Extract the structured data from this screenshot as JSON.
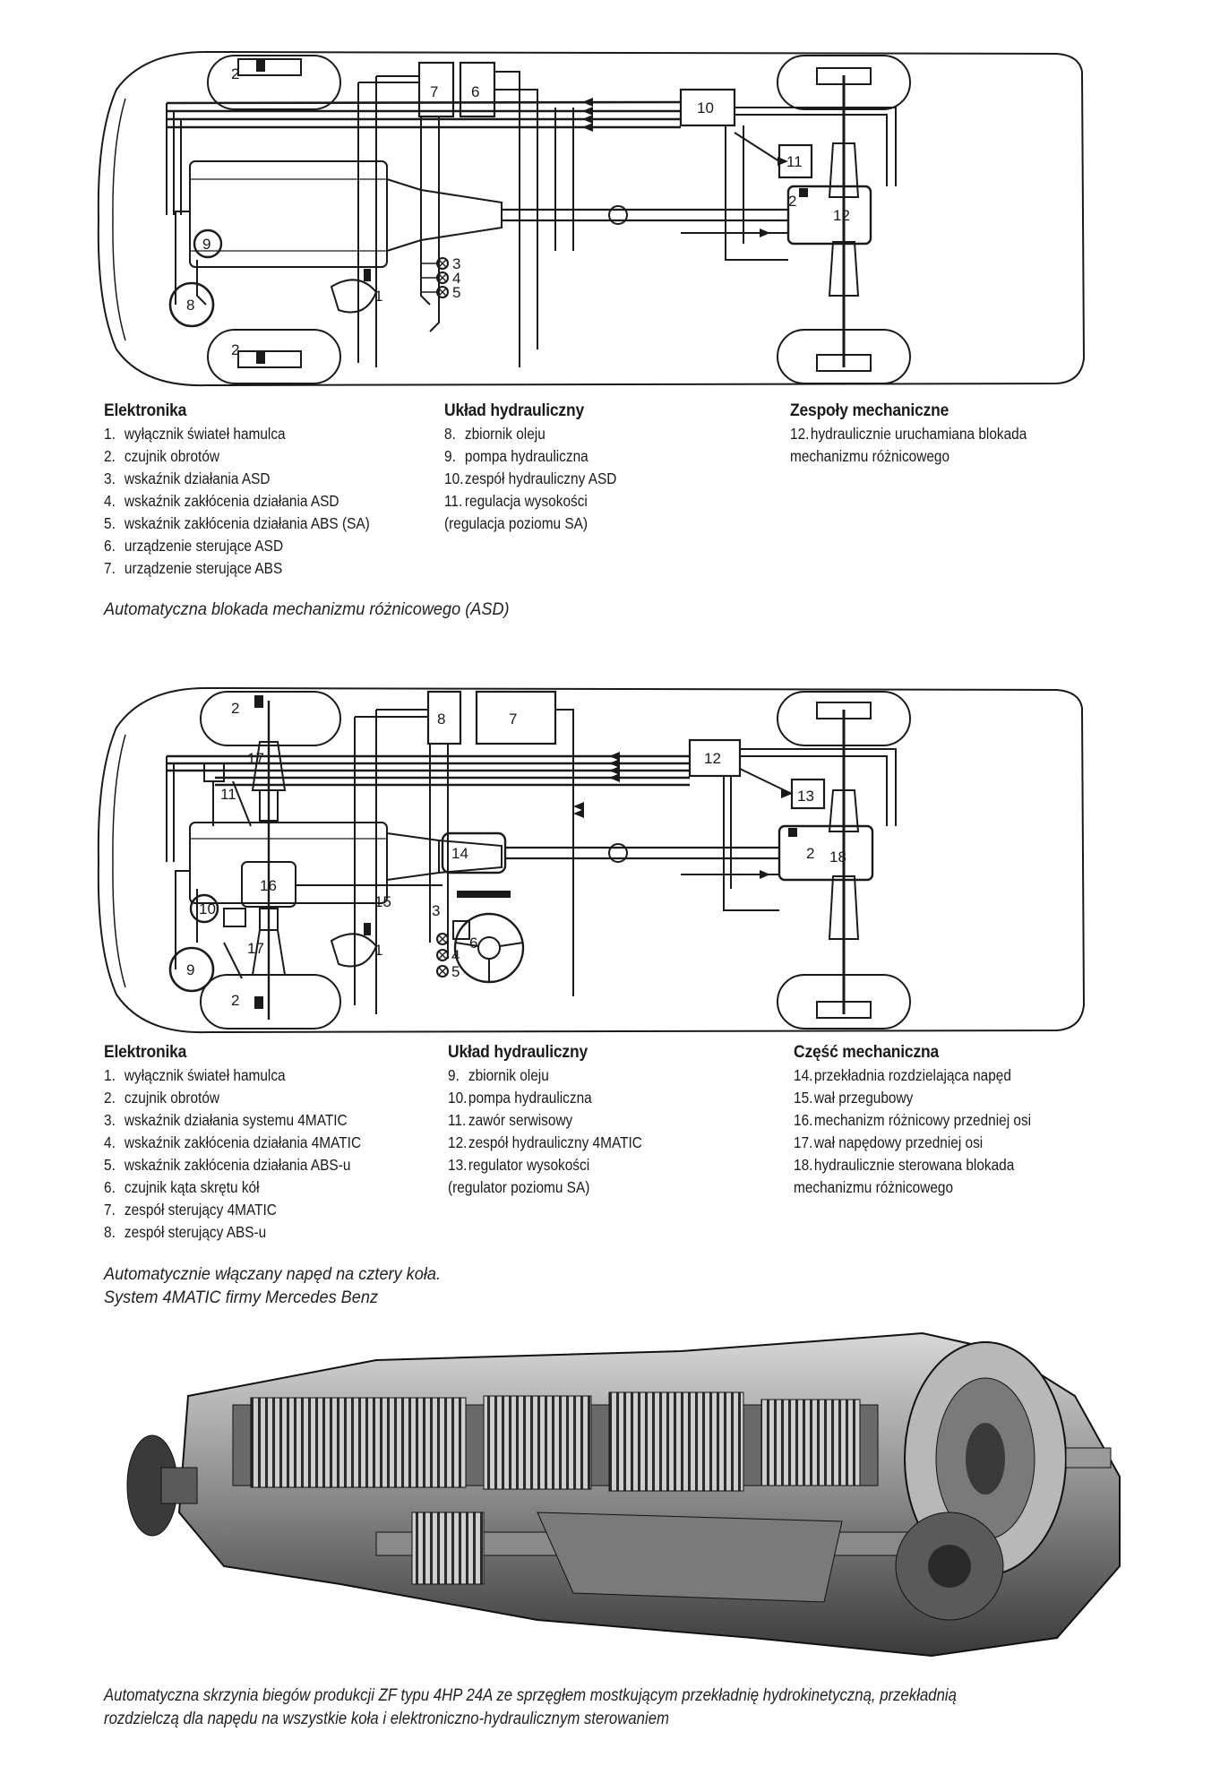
{
  "diagram1": {
    "labels": {
      "l1": "1",
      "l2a": "2",
      "l2b": "2",
      "l2c": "2",
      "l3": "3",
      "l4": "4",
      "l5": "5",
      "l6": "6",
      "l7": "7",
      "l8": "8",
      "l9": "9",
      "l10": "10",
      "l11": "11",
      "l12": "12"
    },
    "legend": {
      "col1": {
        "heading": "Elektronika",
        "items": [
          {
            "num": "1.",
            "text": "wyłącznik świateł hamulca"
          },
          {
            "num": "2.",
            "text": "czujnik obrotów"
          },
          {
            "num": "3.",
            "text": "wskaźnik działania ASD"
          },
          {
            "num": "4.",
            "text": "wskaźnik zakłócenia działania ASD"
          },
          {
            "num": "5.",
            "text": "wskaźnik zakłócenia działania ABS (SA)"
          },
          {
            "num": "6.",
            "text": "urządzenie sterujące ASD"
          },
          {
            "num": "7.",
            "text": "urządzenie sterujące ABS"
          }
        ]
      },
      "col2": {
        "heading": "Układ hydrauliczny",
        "items": [
          {
            "num": "8.",
            "text": "zbiornik oleju"
          },
          {
            "num": "9.",
            "text": "pompa hydrauliczna"
          },
          {
            "num": "10.",
            "text": "zespół hydrauliczny ASD"
          },
          {
            "num": "11.",
            "text": "regulacja wysokości"
          },
          {
            "num": "",
            "text": "(regulacja poziomu SA)"
          }
        ]
      },
      "col3": {
        "heading": "Zespoły mechaniczne",
        "items": [
          {
            "num": "12.",
            "text": "hydraulicznie uruchamiana blokada"
          },
          {
            "num": "",
            "text": "mechanizmu różnicowego"
          }
        ]
      }
    },
    "caption": "Automatyczna blokada mechanizmu różnicowego (ASD)"
  },
  "diagram2": {
    "labels": {
      "l1": "1",
      "l2a": "2",
      "l2b": "2",
      "l2c": "2",
      "l3": "3",
      "l4": "4",
      "l5": "5",
      "l6": "6",
      "l7": "7",
      "l8": "8",
      "l9": "9",
      "l10": "10",
      "l11": "11",
      "l12": "12",
      "l13": "13",
      "l14": "14",
      "l15": "15",
      "l16": "16",
      "l17a": "17",
      "l17b": "17",
      "l18": "18"
    },
    "legend": {
      "col1": {
        "heading": "Elektronika",
        "items": [
          {
            "num": "1.",
            "text": "wyłącznik świateł hamulca"
          },
          {
            "num": "2.",
            "text": "czujnik obrotów"
          },
          {
            "num": "3.",
            "text": "wskaźnik działania systemu 4MATIC"
          },
          {
            "num": "4.",
            "text": "wskaźnik zakłócenia działania 4MATIC"
          },
          {
            "num": "5.",
            "text": "wskaźnik zakłócenia działania ABS-u"
          },
          {
            "num": "6.",
            "text": "czujnik kąta skrętu kół"
          },
          {
            "num": "7.",
            "text": "zespół sterujący 4MATIC"
          },
          {
            "num": "8.",
            "text": "zespół sterujący ABS-u"
          }
        ]
      },
      "col2": {
        "heading": "Układ hydrauliczny",
        "items": [
          {
            "num": "9.",
            "text": "zbiornik oleju"
          },
          {
            "num": "10.",
            "text": "pompa hydrauliczna"
          },
          {
            "num": "11.",
            "text": "zawór serwisowy"
          },
          {
            "num": "12.",
            "text": "zespół hydrauliczny 4MATIC"
          },
          {
            "num": "13.",
            "text": "regulator wysokości"
          },
          {
            "num": "",
            "text": "(regulator poziomu SA)"
          }
        ]
      },
      "col3": {
        "heading": "Część mechaniczna",
        "items": [
          {
            "num": "14.",
            "text": "przekładnia rozdzielająca napęd"
          },
          {
            "num": "15.",
            "text": "wał przegubowy"
          },
          {
            "num": "16.",
            "text": "mechanizm różnicowy przedniej osi"
          },
          {
            "num": "17.",
            "text": "wał napędowy przedniej osi"
          },
          {
            "num": "18.",
            "text": "hydraulicznie sterowana blokada"
          },
          {
            "num": "",
            "text": "mechanizmu różnicowego"
          }
        ]
      }
    },
    "caption_line1": "Automatycznie włączany napęd na cztery koła.",
    "caption_line2": "System 4MATIC firmy Mercedes Benz"
  },
  "gearbox": {
    "caption_line1": "Automatyczna skrzynia biegów produkcji ZF typu 4HP 24A ze sprzęgłem mostkującym przekładnię hydrokinetyczną, przekładnią",
    "caption_line2": "rozdzielczą dla napędu na wszystkie koła i elektroniczno-hydraulicznym sterowaniem"
  }
}
